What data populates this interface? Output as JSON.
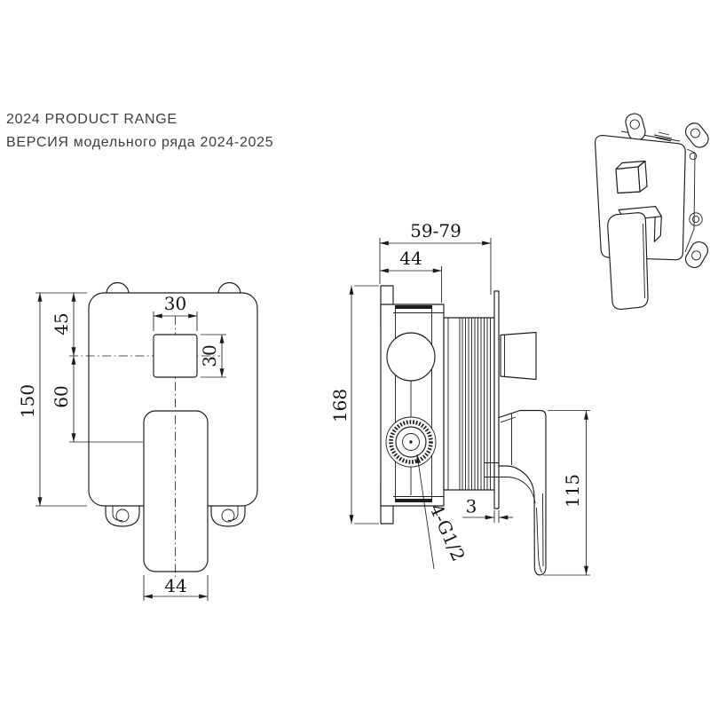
{
  "header": {
    "line1": "2024 PRODUCT RANGE",
    "line2": "ВЕРСИЯ модельного ряда 2024-2025"
  },
  "drawing": {
    "front": {
      "plate_height": "150",
      "knob_center_from_top": "45",
      "knob_center_to_handle": "60",
      "knob_width": "30",
      "knob_height": "30",
      "handle_width": "44"
    },
    "side": {
      "mount_depth_range": "59-79",
      "body_depth": "44",
      "overall_height": "168",
      "plate_thickness": "3",
      "handle_length": "115",
      "thread_label": "4-G1/2"
    }
  },
  "colors": {
    "line": "#1c1c1c",
    "header_text": "#3e3e3e",
    "background": "#ffffff"
  }
}
